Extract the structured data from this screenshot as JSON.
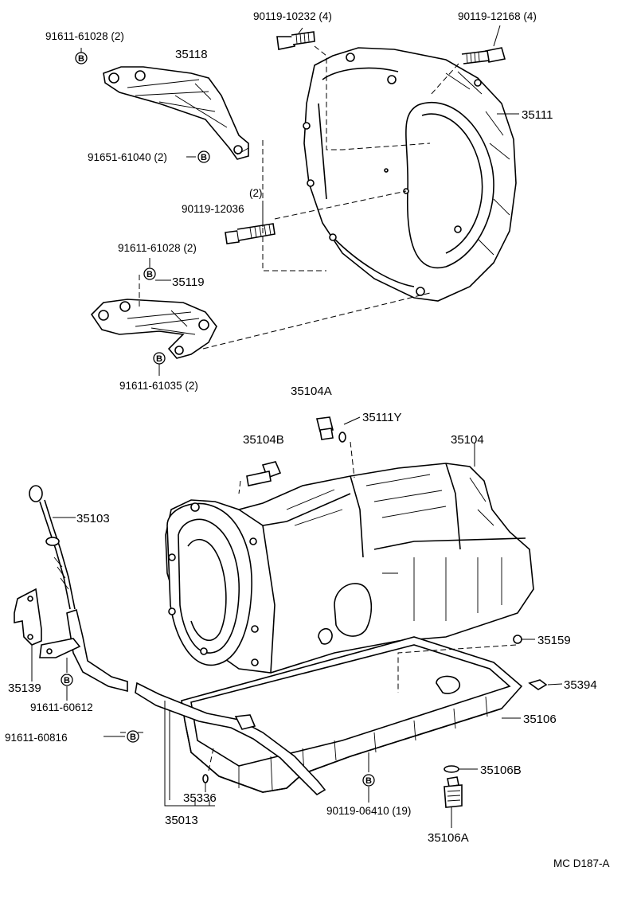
{
  "diagram_id": "MC D187-A",
  "bolt_marker": "B",
  "labels": {
    "p_91611_61028_top": "91611-61028 (2)",
    "p_35118": "35118",
    "p_91651_61040": "91651-61040 (2)",
    "p_90119_10232": "90119-10232 (4)",
    "p_90119_12168": "90119-12168 (4)",
    "p_35111": "35111",
    "p_2_count": "(2)",
    "p_90119_12036": "90119-12036",
    "p_91611_61028_mid": "91611-61028 (2)",
    "p_35119": "35119",
    "p_91611_61035": "91611-61035 (2)",
    "p_35104A": "35104A",
    "p_35111Y": "35111Y",
    "p_35104B": "35104B",
    "p_35104": "35104",
    "p_35103": "35103",
    "p_35159": "35159",
    "p_35394": "35394",
    "p_35139": "35139",
    "p_91611_60612": "91611-60612",
    "p_35106": "35106",
    "p_91611_60816": "91611-60816",
    "p_35106B": "35106B",
    "p_35336": "35336",
    "p_90119_06410": "90119-06410 (19)",
    "p_35013": "35013",
    "p_35106A": "35106A"
  }
}
